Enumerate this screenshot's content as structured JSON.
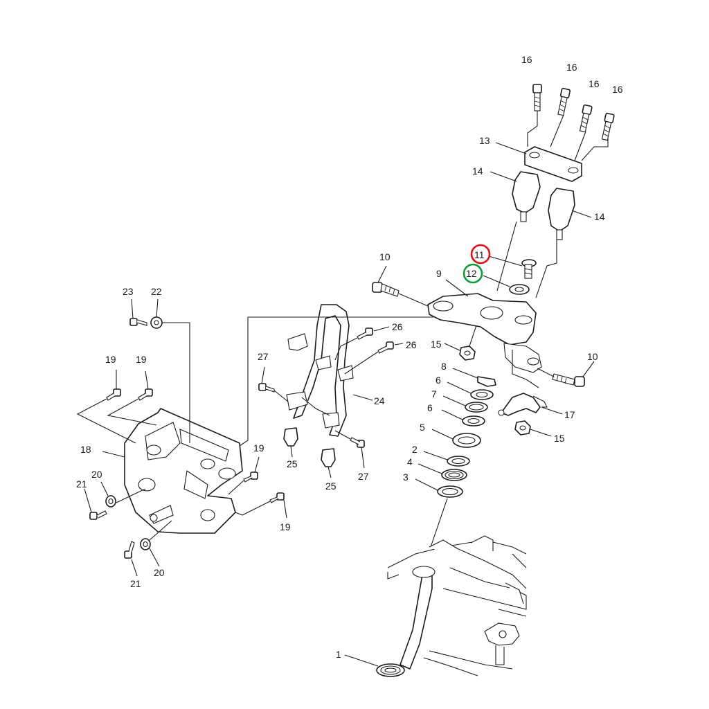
{
  "callouts": {
    "c1": "1",
    "c2": "2",
    "c3": "3",
    "c4": "4",
    "c5": "5",
    "c6a": "6",
    "c6b": "6",
    "c7": "7",
    "c8": "8",
    "c9": "9",
    "c10a": "10",
    "c10b": "10",
    "c11": "11",
    "c12": "12",
    "c13": "13",
    "c14a": "14",
    "c14b": "14",
    "c15a": "15",
    "c15b": "15",
    "c16a": "16",
    "c16b": "16",
    "c16c": "16",
    "c16d": "16",
    "c17": "17",
    "c18": "18",
    "c19a": "19",
    "c19b": "19",
    "c19c": "19",
    "c19d": "19",
    "c20a": "20",
    "c20b": "20",
    "c21a": "21",
    "c21b": "21",
    "c22": "22",
    "c23": "23",
    "c24": "24",
    "c25a": "25",
    "c25b": "25",
    "c26a": "26",
    "c26b": "26",
    "c27a": "27",
    "c27b": "27"
  },
  "highlights": {
    "red_part": "11",
    "green_part": "12",
    "red_color": "#e01010",
    "green_color": "#109a3a"
  }
}
